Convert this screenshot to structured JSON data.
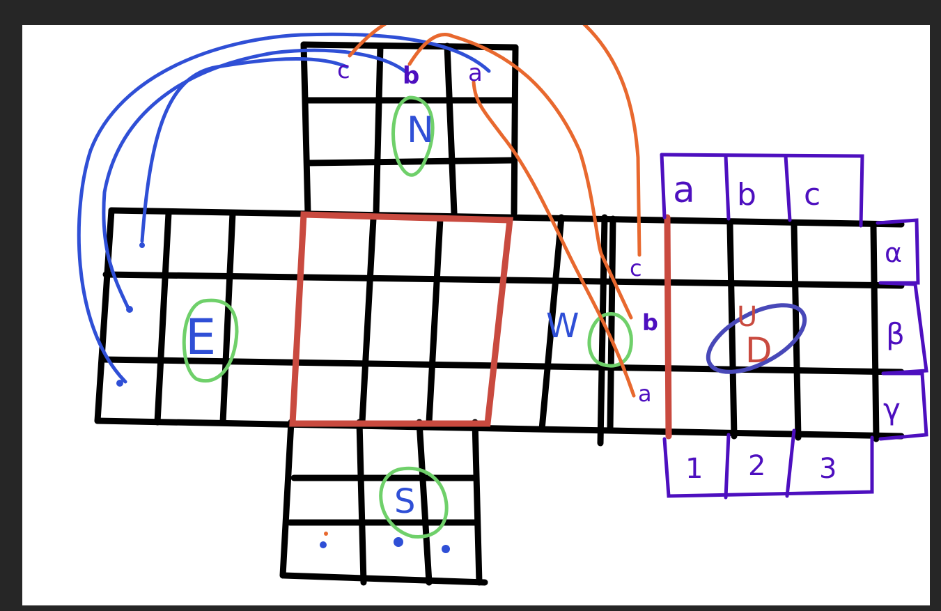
{
  "colors": {
    "background": "#262626",
    "canvas": "#ffffff",
    "grid": "#000000",
    "center_face": "#c94a3f",
    "labels_purple": "#4d0fbf",
    "circle_green": "#6fd06a",
    "arrow_blue": "#2f4fd6",
    "arrow_orange": "#e8682e",
    "ellipse_navy": "#4848b8"
  },
  "faces": {
    "north": "N",
    "east": "E",
    "south": "S",
    "west": "W",
    "up": "U",
    "down": "D"
  },
  "north_edge_marks": [
    "c",
    "b",
    "a"
  ],
  "west_edge_marks": [
    "c",
    "b",
    "a"
  ],
  "top_grid_labels": [
    "a",
    "b",
    "c"
  ],
  "side_grid_labels": [
    "α",
    "β",
    "γ"
  ],
  "bottom_grid_labels": [
    "1",
    "2",
    "3"
  ]
}
